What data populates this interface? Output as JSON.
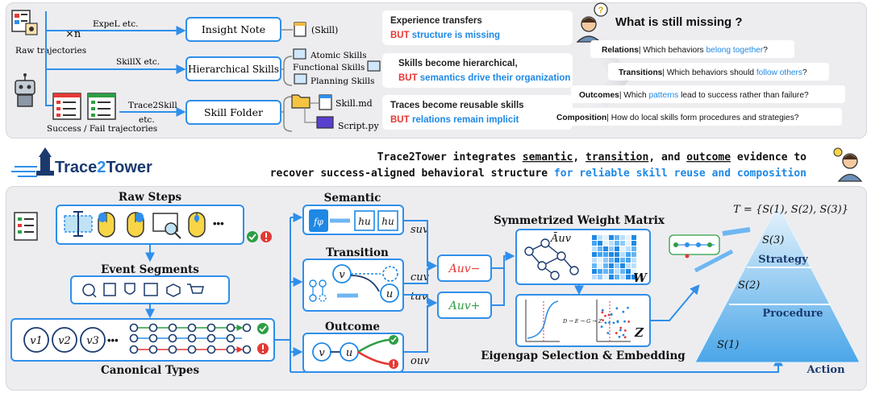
{
  "top": {
    "raw_trajectories_label": "Raw trajectories",
    "times_n": "×n",
    "success_fail_label": "Success / Fail trajectories",
    "expel_label": "ExpeL etc.",
    "skillx_label": "SkillX etc.",
    "trace2skill_label_1": "Trace2Skill",
    "trace2skill_label_2": "etc.",
    "insight_note": "Insight Note",
    "hierarchical_skills": "Hierarchical Skills",
    "skill_folder": "Skill Folder",
    "skill_paren": "(Skill)",
    "atomic_skills": "Atomic Skills",
    "functional_skills": "Functional Skills",
    "planning_skills": "Planning Skills",
    "skill_md": "Skill.md",
    "script_py": "Script.py",
    "cards": [
      {
        "line1": "Experience transfers",
        "but": "BUT",
        "rest": "structure is missing"
      },
      {
        "line1": "Skills become hierarchical,",
        "but": "BUT",
        "rest": "semantics drive their organization"
      },
      {
        "line1": "Traces become reusable skills",
        "but": "BUT",
        "rest": "relations remain implicit"
      }
    ],
    "missing_title": "What is still missing ?",
    "question_mark": "?",
    "questions": [
      {
        "key": "Relations",
        "pre": "| Which behaviors ",
        "hl": "belong together",
        "post": "?"
      },
      {
        "key": "Transitions",
        "pre": "| Which behaviors should ",
        "hl": "follow others",
        "post": "?"
      },
      {
        "key": "Outcomes",
        "pre": "| Which ",
        "hl": "patterns",
        "post": " lead to success rather than failure?"
      },
      {
        "key": "Composition",
        "pre": "| How do local skills form procedures and strategies?",
        "hl": "",
        "post": ""
      }
    ]
  },
  "banner": {
    "logo_black": "Trace",
    "logo_blue": "2",
    "logo_black2": "Tower",
    "line1_a": "Trace2Tower integrates ",
    "line1_semantic": "semantic",
    "line1_sep1": ", ",
    "line1_transition": "transition",
    "line1_sep2": ", and ",
    "line1_outcome": "outcome",
    "line1_b": " evidence to",
    "line2_a": "recover success-aligned behavioral structure ",
    "line2_b": "for reliable skill reuse and composition"
  },
  "bottom": {
    "raw_steps": "Raw Steps",
    "event_segments": "Event Segments",
    "canonical_types": "Canonical Types",
    "v1": "v1",
    "v2": "v2",
    "v3": "v3",
    "dots": "•••",
    "semantic": "Semantic",
    "transition": "Transition",
    "outcome": "Outcome",
    "f_phi": "fφ",
    "h_u": "hu",
    "s_uv": "suv",
    "c_uv": "cuv",
    "t_uv": "tuv",
    "o_uv": "ouv",
    "a_minus": "Auv−",
    "a_plus": "Auv+",
    "v": "v",
    "u": "u",
    "sym_matrix": "Symmetrized Weight Matrix",
    "a_bar": "Āuv",
    "w": "W",
    "eigengap": "Eigengap Selection & Embedding",
    "z": "Z",
    "mapping": "D → E → G → Z",
    "tower_formula": "T = {S(1), S(2), S(3)}",
    "s3": "S(3)",
    "s2": "S(2)",
    "s1": "S(1)",
    "strategy": "Strategy",
    "procedure": "Procedure",
    "action": "Action"
  },
  "colors": {
    "accent": "#2f8fea",
    "red": "#e53935",
    "green": "#2e9e44",
    "panel": "#ededf0",
    "dark_blue": "#1a3a6e"
  }
}
